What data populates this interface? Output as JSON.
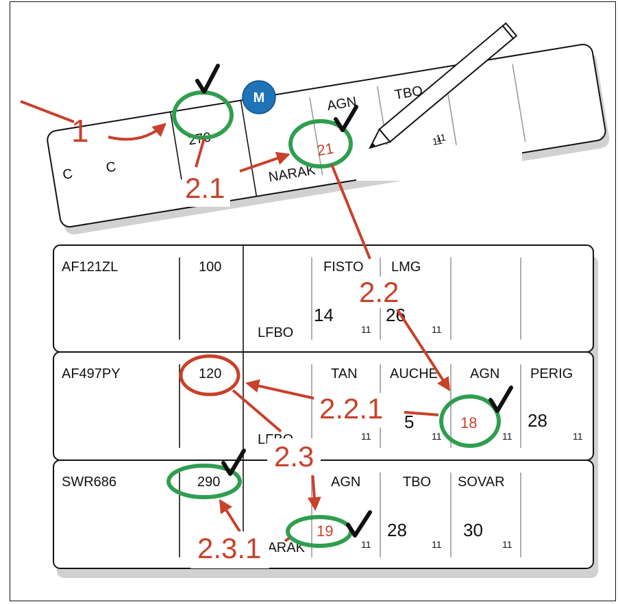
{
  "colors": {
    "red": "#c8412b",
    "green": "#2f9e4f",
    "blue_badge": "#1f73b7",
    "check": "#111111",
    "grid": "#9a9a9a"
  },
  "top_strip": {
    "callsign_visible": "C",
    "callsign_tail": "C",
    "flight_level": "270",
    "badge": "M",
    "beacons": [
      "AGN",
      "TBO"
    ],
    "entry_point": "NARAK",
    "time": "21",
    "time_tail": "1",
    "time_small": "11"
  },
  "strips": [
    {
      "callsign": "AF121ZL",
      "flight_level": "100",
      "origin": "LFBO",
      "beacons": [
        {
          "name": "FISTO",
          "time": "14",
          "minute": "11"
        },
        {
          "name": "LMG",
          "time": "26",
          "minute": "11"
        },
        {
          "name": "",
          "time": "",
          "minute": ""
        },
        {
          "name": "",
          "time": "",
          "minute": ""
        }
      ]
    },
    {
      "callsign": "AF497PY",
      "flight_level": "120",
      "origin": "LFBO",
      "beacons": [
        {
          "name": "TAN",
          "time": "",
          "minute": "11"
        },
        {
          "name": "AUCHE",
          "time": "5",
          "minute": "11"
        },
        {
          "name": "AGN",
          "time": "18",
          "minute": "11"
        },
        {
          "name": "PERIG",
          "time": "28",
          "minute": "11"
        }
      ]
    },
    {
      "callsign": "SWR686",
      "flight_level": "290",
      "origin": "NARAK",
      "beacons": [
        {
          "name": "AGN",
          "time": "19",
          "minute": "11"
        },
        {
          "name": "TBO",
          "time": "28",
          "minute": "11"
        },
        {
          "name": "SOVAR",
          "time": "30",
          "minute": "11"
        },
        {
          "name": "",
          "time": "",
          "minute": ""
        }
      ]
    }
  ],
  "steps": {
    "s1": "1",
    "s2_1": "2.1",
    "s2_2": "2.2",
    "s2_2_1": "2.2.1",
    "s2_3": "2.3",
    "s2_3_1": "2.3.1"
  },
  "icons": [
    "pencil-icon",
    "check-icon",
    "arrow-icon"
  ]
}
